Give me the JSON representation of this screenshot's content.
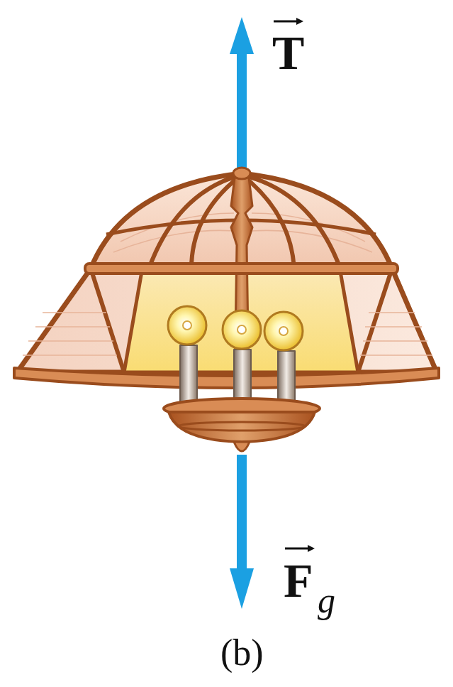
{
  "diagram": {
    "caption": "(b)",
    "labels": [
      "T",
      "F",
      "g"
    ]
  }
}
